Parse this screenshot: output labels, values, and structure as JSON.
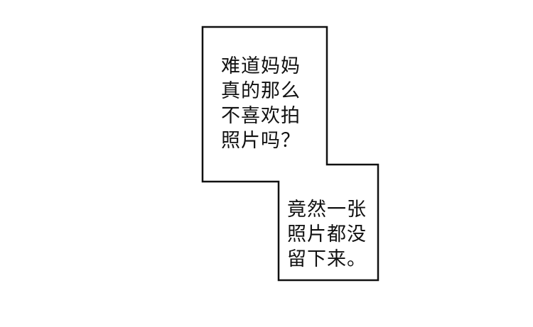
{
  "captions": [
    {
      "lines": [
        "难道妈妈",
        "真的那么",
        "不喜欢拍",
        "照片吗？"
      ]
    },
    {
      "lines": [
        "竟然一张",
        "照片都没",
        "留下来。"
      ]
    }
  ],
  "colors": {
    "background": "#ffffff",
    "border": "#111111",
    "text": "#111111"
  }
}
